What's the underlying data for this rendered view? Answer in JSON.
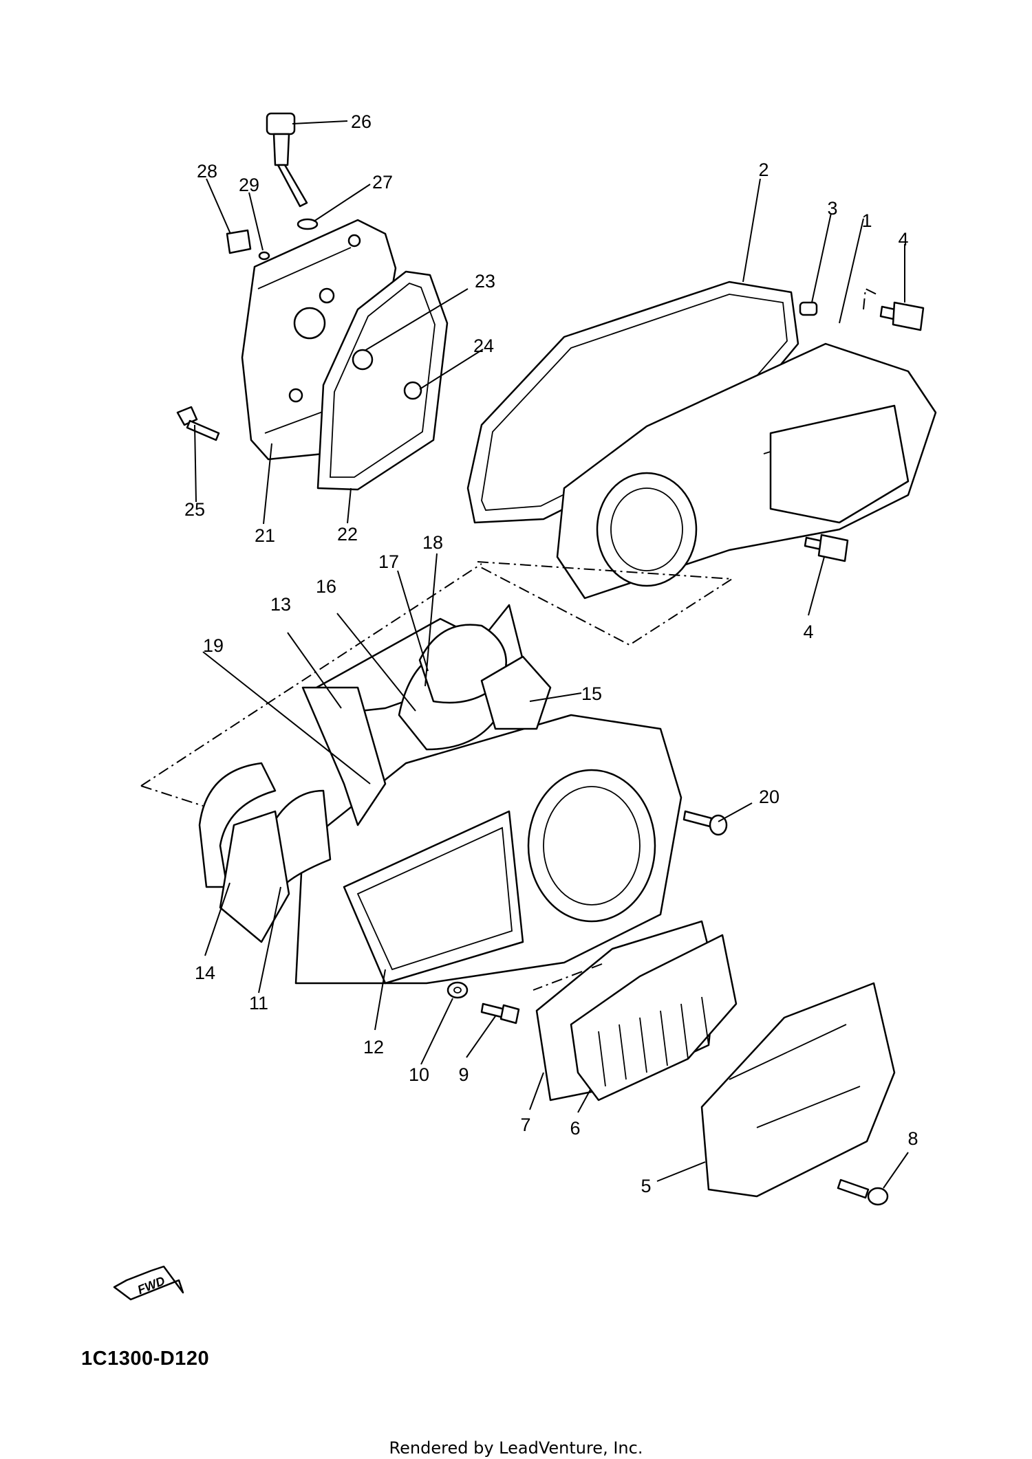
{
  "diagram_code": "1C1300-D120",
  "footer": "Rendered by LeadVenture, Inc.",
  "fwd_label": "FWD",
  "callouts": [
    "1",
    "2",
    "3",
    "4",
    "4",
    "5",
    "6",
    "7",
    "8",
    "9",
    "10",
    "11",
    "12",
    "13",
    "14",
    "15",
    "16",
    "17",
    "18",
    "19",
    "20",
    "21",
    "22",
    "23",
    "24",
    "25",
    "26",
    "27",
    "28",
    "29"
  ]
}
